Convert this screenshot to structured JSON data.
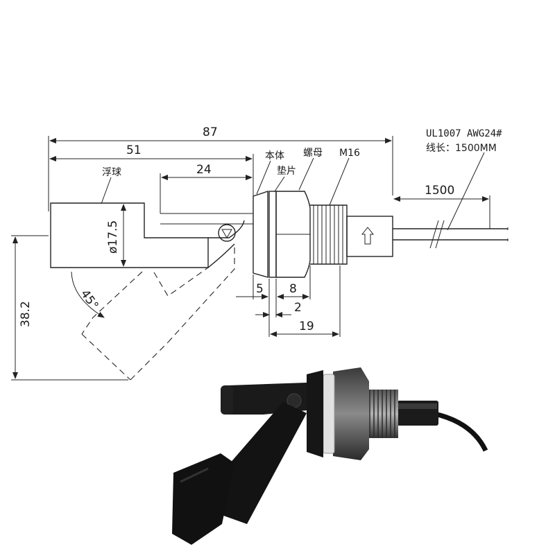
{
  "drawing": {
    "dims": {
      "total_length": "87",
      "float_arm_length": "51",
      "float_body_length": "24",
      "float_diameter": "ø17.5",
      "drop_height": "38.2",
      "swing_angle": "45°",
      "body_width": "5",
      "nut_width": "8",
      "washer_thickness": "2",
      "thread_length": "19",
      "cable_length": "1500"
    },
    "callouts": {
      "float_ball": "浮球",
      "body": "本体",
      "washer": "垫片",
      "nut": "螺母",
      "thread": "M16"
    },
    "cable": {
      "spec": "UL1007  AWG24#",
      "length_note": "线长：1500MM"
    }
  },
  "photo": {
    "subject": "float-level-switch-photo"
  },
  "colors": {
    "line": "#222222",
    "product_body": "#1c1c1c"
  }
}
